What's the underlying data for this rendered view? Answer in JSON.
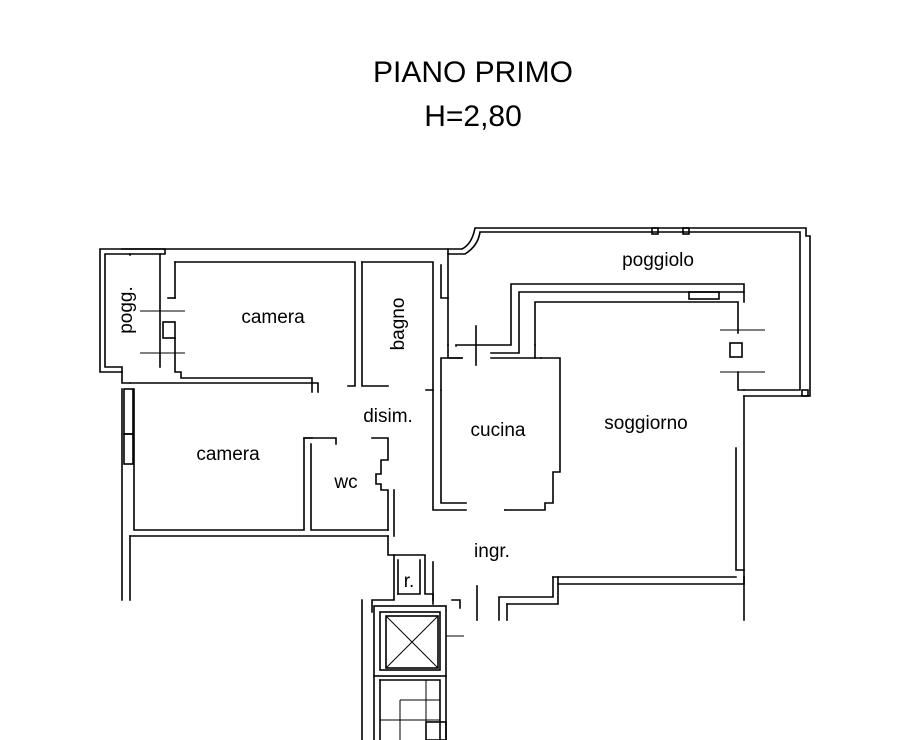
{
  "title": {
    "line1": "PIANO PRIMO",
    "line2": "H=2,80"
  },
  "rooms": {
    "pogg": "pogg.",
    "camera_top": "camera",
    "bagno": "bagno",
    "poggiolo": "poggiolo",
    "disim": "disim.",
    "cucina": "cucina",
    "soggiorno": "soggiorno",
    "camera_bottom": "camera",
    "wc": "wc",
    "ingr": "ingr.",
    "r": "r."
  }
}
